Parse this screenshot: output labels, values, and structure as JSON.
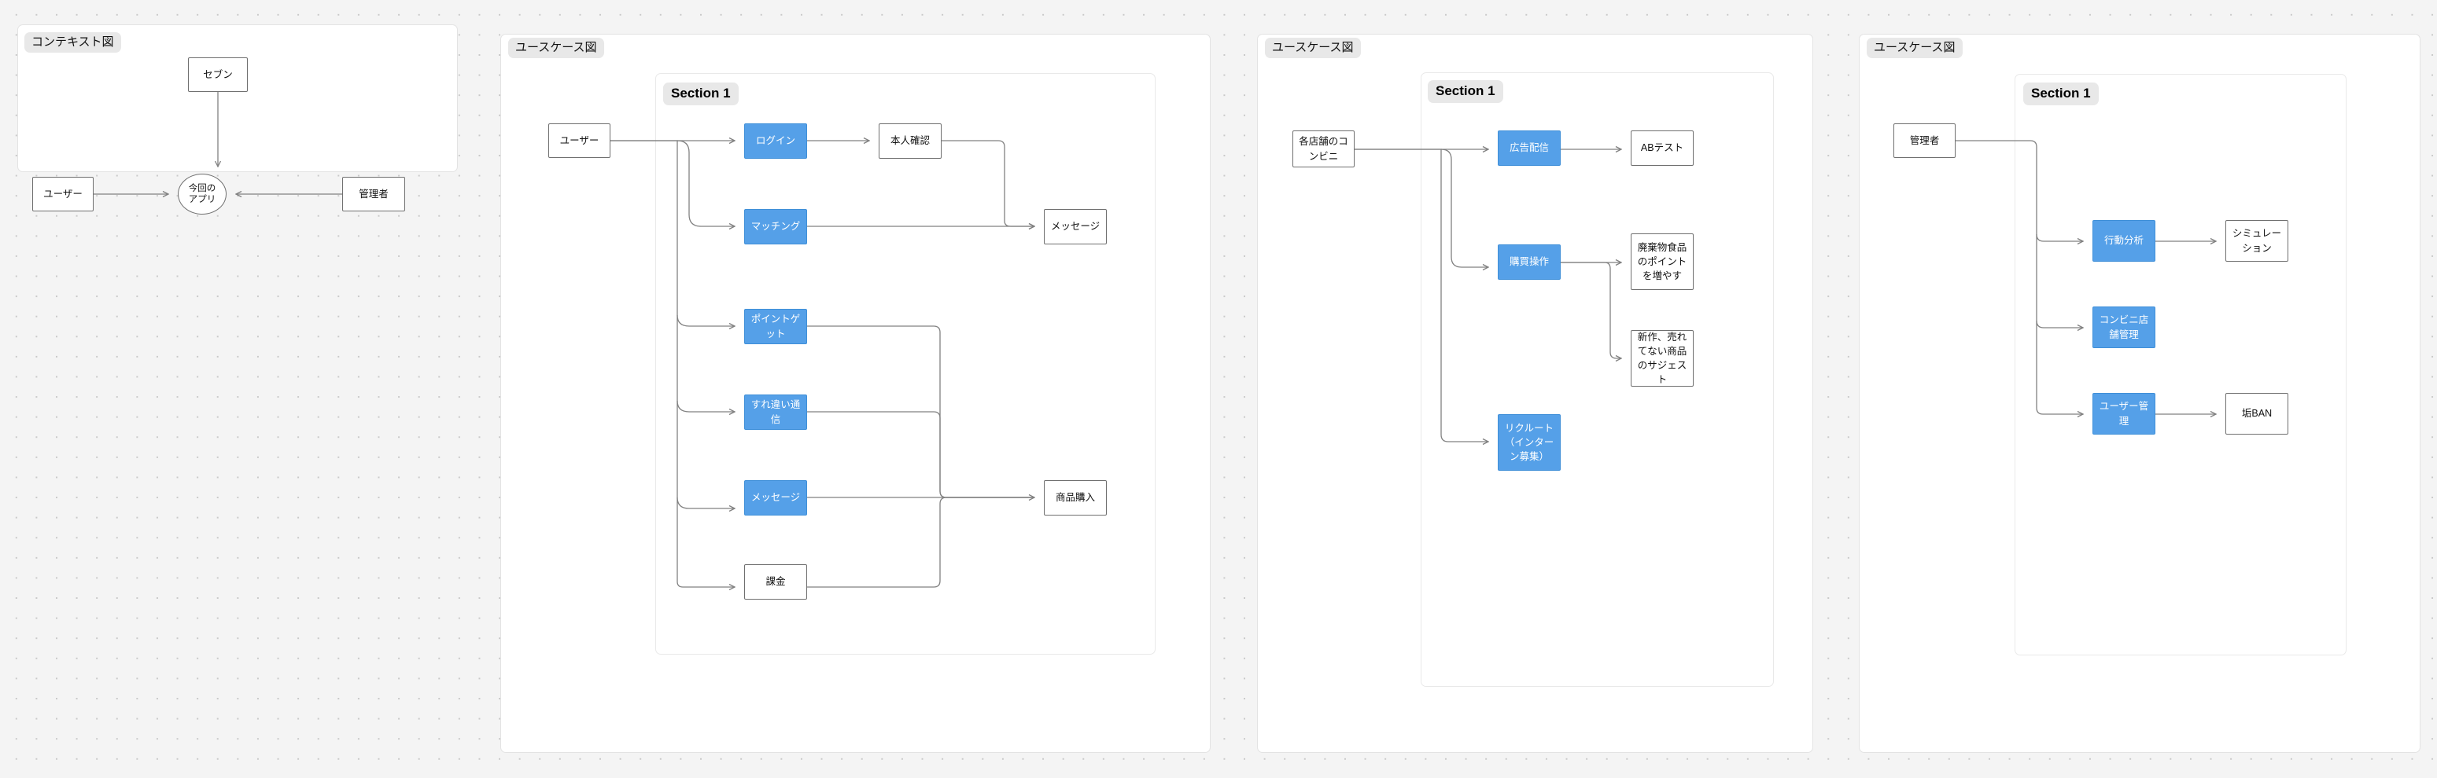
{
  "canvas": {
    "background_color": "#f4f4f4",
    "dot_color": "#c9c9c9",
    "accent_blue": "#55a0e8",
    "node_border": "#6f6f6f",
    "connector_color": "#818181",
    "label_chip_bg": "#e8e8e8"
  },
  "frames": [
    {
      "id": "frame-context",
      "label": "コンテキスト図",
      "section_label": null,
      "nodes": [
        {
          "id": "seven",
          "text": "セブン",
          "style": "plain",
          "shape": "rect"
        },
        {
          "id": "user",
          "text": "ユーザー",
          "style": "plain",
          "shape": "rect"
        },
        {
          "id": "this-app",
          "text": "今回の\nアプリ",
          "text_lines": [
            "今回の",
            "アプリ"
          ],
          "style": "plain",
          "shape": "ellipse"
        },
        {
          "id": "admin",
          "text": "管理者",
          "style": "plain",
          "shape": "rect"
        }
      ],
      "edges": [
        {
          "from": "seven",
          "to": "this-app"
        },
        {
          "from": "user",
          "to": "this-app"
        },
        {
          "from": "admin",
          "to": "this-app"
        }
      ]
    },
    {
      "id": "frame-usecase-user",
      "label": "ユースケース図",
      "section_label": "Section 1",
      "nodes": [
        {
          "id": "uc-user",
          "text": "ユーザー",
          "style": "plain",
          "shape": "rect"
        },
        {
          "id": "uc-login",
          "text": "ログイン",
          "style": "blue",
          "shape": "rect"
        },
        {
          "id": "uc-idcheck",
          "text": "本人確認",
          "style": "plain",
          "shape": "rect"
        },
        {
          "id": "uc-matching",
          "text": "マッチング",
          "style": "blue",
          "shape": "rect"
        },
        {
          "id": "uc-message-out",
          "text": "メッセージ",
          "style": "plain",
          "shape": "rect"
        },
        {
          "id": "uc-point",
          "text": "ポイントゲット",
          "style": "blue",
          "shape": "rect"
        },
        {
          "id": "uc-surechigai",
          "text": "すれ違い通信",
          "style": "blue",
          "shape": "rect"
        },
        {
          "id": "uc-message",
          "text": "メッセージ",
          "style": "blue",
          "shape": "rect"
        },
        {
          "id": "uc-kakin",
          "text": "課金",
          "style": "plain",
          "shape": "rect"
        },
        {
          "id": "uc-buy",
          "text": "商品購入",
          "style": "plain",
          "shape": "rect"
        }
      ],
      "edges": [
        {
          "from": "uc-user",
          "to": "uc-login"
        },
        {
          "from": "uc-user",
          "to": "uc-matching"
        },
        {
          "from": "uc-user",
          "to": "uc-point"
        },
        {
          "from": "uc-user",
          "to": "uc-surechigai"
        },
        {
          "from": "uc-user",
          "to": "uc-message"
        },
        {
          "from": "uc-user",
          "to": "uc-kakin"
        },
        {
          "from": "uc-login",
          "to": "uc-idcheck"
        },
        {
          "from": "uc-idcheck",
          "to": "uc-message-out"
        },
        {
          "from": "uc-matching",
          "to": "uc-message-out"
        },
        {
          "from": "uc-point",
          "to": "uc-buy"
        },
        {
          "from": "uc-surechigai",
          "to": "uc-buy"
        },
        {
          "from": "uc-message",
          "to": "uc-buy"
        },
        {
          "from": "uc-kakin",
          "to": "uc-buy"
        }
      ]
    },
    {
      "id": "frame-usecase-store",
      "label": "ユースケース図",
      "section_label": "Section 1",
      "nodes": [
        {
          "id": "st-conveni",
          "text": "各店舗のコンビニ",
          "style": "plain",
          "shape": "rect"
        },
        {
          "id": "st-ad",
          "text": "広告配信",
          "style": "blue",
          "shape": "rect"
        },
        {
          "id": "st-abtest",
          "text": "ABテスト",
          "style": "plain",
          "shape": "rect"
        },
        {
          "id": "st-purchase",
          "text": "購買操作",
          "style": "blue",
          "shape": "rect"
        },
        {
          "id": "st-waste",
          "text": "廃棄物食品のポイントを増やす",
          "style": "plain",
          "shape": "rect"
        },
        {
          "id": "st-suggest",
          "text": "新作、売れてない商品のサジェスト",
          "style": "plain",
          "shape": "rect"
        },
        {
          "id": "st-recruit",
          "text": "リクルート（インターン募集）",
          "style": "blue",
          "shape": "rect"
        }
      ],
      "edges": [
        {
          "from": "st-conveni",
          "to": "st-ad"
        },
        {
          "from": "st-conveni",
          "to": "st-purchase"
        },
        {
          "from": "st-conveni",
          "to": "st-recruit"
        },
        {
          "from": "st-ad",
          "to": "st-abtest"
        },
        {
          "from": "st-purchase",
          "to": "st-waste"
        },
        {
          "from": "st-purchase",
          "to": "st-suggest"
        }
      ]
    },
    {
      "id": "frame-usecase-admin",
      "label": "ユースケース図",
      "section_label": "Section 1",
      "nodes": [
        {
          "id": "ad-admin",
          "text": "管理者",
          "style": "plain",
          "shape": "rect"
        },
        {
          "id": "ad-behavior",
          "text": "行動分析",
          "style": "blue",
          "shape": "rect"
        },
        {
          "id": "ad-sim",
          "text": "シミュレーション",
          "style": "plain",
          "shape": "rect"
        },
        {
          "id": "ad-store",
          "text": "コンビニ店舗管理",
          "style": "blue",
          "shape": "rect"
        },
        {
          "id": "ad-usermgmt",
          "text": "ユーザー管理",
          "style": "blue",
          "shape": "rect"
        },
        {
          "id": "ad-ban",
          "text": "垢BAN",
          "style": "plain",
          "shape": "rect"
        }
      ],
      "edges": [
        {
          "from": "ad-admin",
          "to": "ad-behavior"
        },
        {
          "from": "ad-admin",
          "to": "ad-store"
        },
        {
          "from": "ad-admin",
          "to": "ad-usermgmt"
        },
        {
          "from": "ad-behavior",
          "to": "ad-sim"
        },
        {
          "from": "ad-usermgmt",
          "to": "ad-ban"
        }
      ]
    }
  ]
}
